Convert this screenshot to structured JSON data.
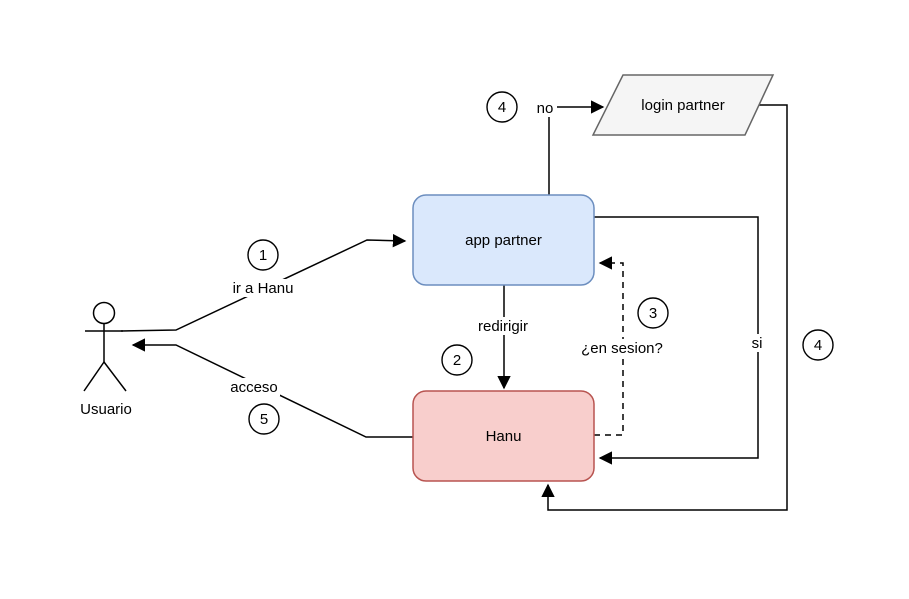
{
  "colors": {
    "canvas_bg": "#ffffff",
    "line": "#000000",
    "app_partner_fill": "#dae8fc",
    "app_partner_stroke": "#6c8ebf",
    "hanu_fill": "#f8cecc",
    "hanu_stroke": "#b85450",
    "login_partner_fill": "#f5f5f5",
    "login_partner_stroke": "#666666",
    "login_partner_text": "#333333"
  },
  "nodes": {
    "actor": {
      "label": "Usuario"
    },
    "app_partner": {
      "label": "app partner"
    },
    "hanu": {
      "label": "Hanu"
    },
    "login_partner": {
      "label": "login partner"
    }
  },
  "edges": {
    "ir_a_hanu": {
      "label": "ir a Hanu",
      "step": "1"
    },
    "redirigir": {
      "label": "redirigir",
      "step": "2"
    },
    "en_sesion": {
      "label": "¿en sesion?",
      "step": "3"
    },
    "no_to_login": {
      "label": "no",
      "step": "4"
    },
    "si": {
      "label": "si"
    },
    "login_return": {
      "step": "4"
    },
    "acceso": {
      "label": "acceso",
      "step": "5"
    }
  }
}
